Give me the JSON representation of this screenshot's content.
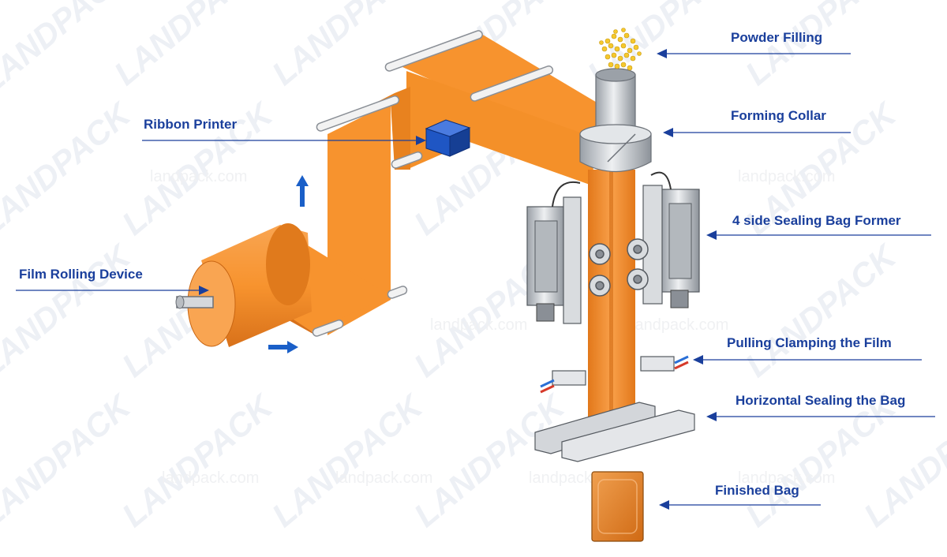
{
  "labels": {
    "powder_filling": "Powder Filling",
    "ribbon_printer": "Ribbon Printer",
    "forming_collar": "Forming Collar",
    "bag_former": "4 side Sealing Bag Former",
    "film_rolling": "Film Rolling Device",
    "pulling_clamping": "Pulling Clamping the Film",
    "horizontal_sealing": "Horizontal Sealing the Bag",
    "finished_bag": "Finished Bag"
  },
  "watermark": {
    "logo": "LANDPACK",
    "site": "landpack.com"
  },
  "colors": {
    "film": "#f7932e",
    "film_dark": "#e2781a",
    "label": "#1a3f9c",
    "printer": "#1f56c4",
    "metal": "#c9cdd2"
  }
}
